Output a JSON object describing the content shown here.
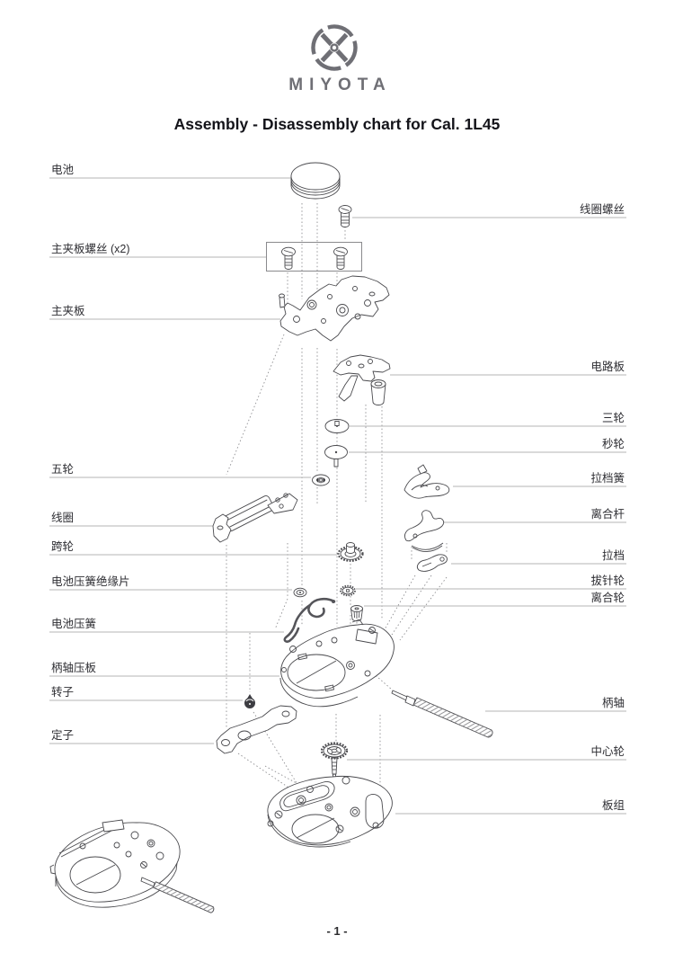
{
  "page": {
    "brand": "MIYOTA",
    "title": "Assembly - Disassembly chart for Cal. 1L45",
    "page_number": "- 1 -"
  },
  "labels": {
    "left": [
      {
        "text": "电池"
      },
      {
        "text": "主夹板螺丝 (x2)"
      },
      {
        "text": "主夹板"
      },
      {
        "text": "五轮"
      },
      {
        "text": "线圈"
      },
      {
        "text": "跨轮"
      },
      {
        "text": "电池压簧绝缘片"
      },
      {
        "text": "电池压簧"
      },
      {
        "text": "柄轴压板"
      },
      {
        "text": "转子"
      },
      {
        "text": "定子"
      }
    ],
    "right": [
      {
        "text": "线圈螺丝"
      },
      {
        "text": "电路板"
      },
      {
        "text": "三轮"
      },
      {
        "text": "秒轮"
      },
      {
        "text": "拉档簧"
      },
      {
        "text": "离合杆"
      },
      {
        "text": "拉档"
      },
      {
        "text": "拔针轮"
      },
      {
        "text": "离合轮"
      },
      {
        "text": "柄轴"
      },
      {
        "text": "中心轮"
      },
      {
        "text": "板组"
      }
    ]
  }
}
